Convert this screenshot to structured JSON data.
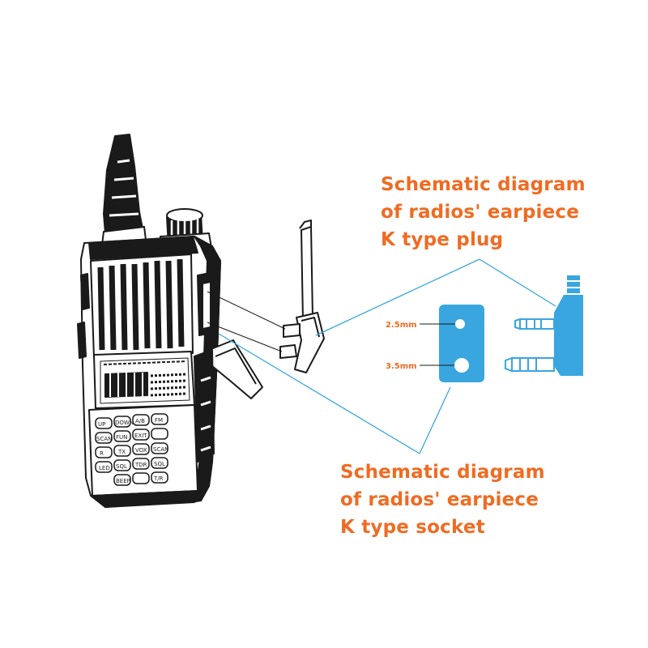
{
  "plug_caption": {
    "lines": [
      "Schematic diagram",
      "of radios' earpiece",
      "K type plug"
    ]
  },
  "socket_caption": {
    "lines": [
      "Schematic diagram",
      "of radios' earpiece",
      "K type socket"
    ]
  },
  "socket_dimensions": {
    "small_hole": "2.5mm",
    "large_hole": "3.5mm"
  },
  "keypad": {
    "keys": [
      "UP",
      "DOWN",
      "A/B",
      "FM",
      "SCAN",
      "FUN",
      "EXIT",
      "SCAN",
      "TX",
      "VOX",
      "R",
      "SQL",
      "TDR",
      "BEEP",
      "LED",
      "SQL",
      "T/R"
    ]
  },
  "colors": {
    "accent_orange": "#f06b22",
    "diagram_blue": "#3aa6df",
    "line_art": "#1a1a1a"
  },
  "icons": {
    "radio": "walkie-talkie-illustration",
    "plug": "k-type-plug-icon",
    "socket": "k-type-socket-icon"
  }
}
